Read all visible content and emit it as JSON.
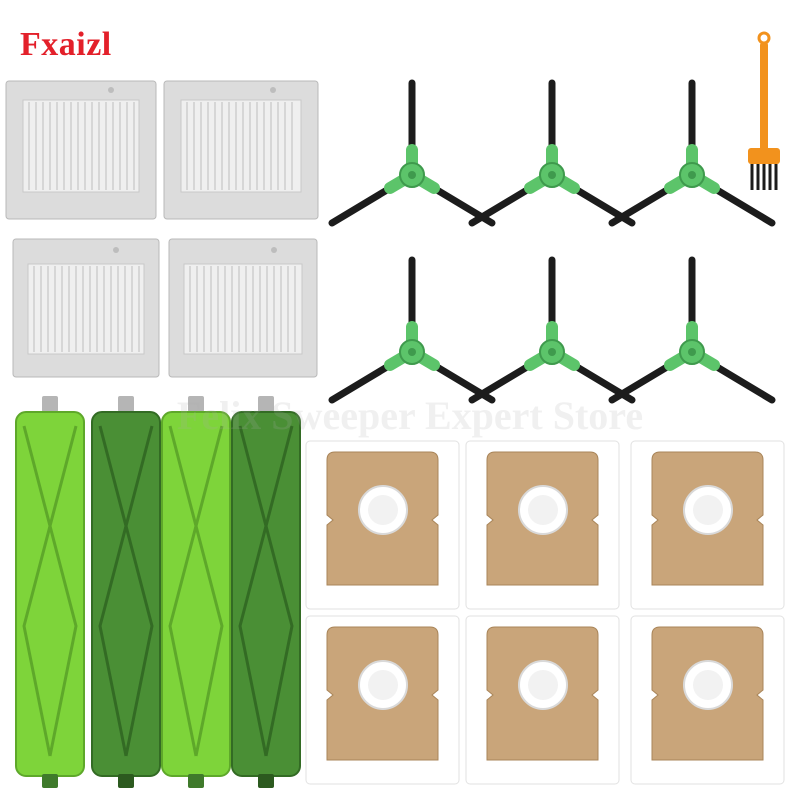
{
  "brand": {
    "name": "Fxaizl",
    "color": "#e3202a"
  },
  "watermark": {
    "text": "Felix Sweeper Expert Store"
  },
  "products": {
    "hepa_filters": {
      "count": 4,
      "frame_color": "#d8d8d8",
      "pleat_color": "#f7f7f7"
    },
    "side_brushes": {
      "count": 6,
      "hub_color": "#5cc46a",
      "bristle_color": "#1c1c1c"
    },
    "cleaning_tool": {
      "count": 1,
      "handle_color": "#f2921d"
    },
    "roller_brushes": {
      "count": 4,
      "colors": [
        "#7ed43a",
        "#4a8f35",
        "#7ed43a",
        "#4a8f35"
      ]
    },
    "dust_bags": {
      "count": 6,
      "bag_color": "#ffffff",
      "card_color": "#c9a57a"
    }
  }
}
